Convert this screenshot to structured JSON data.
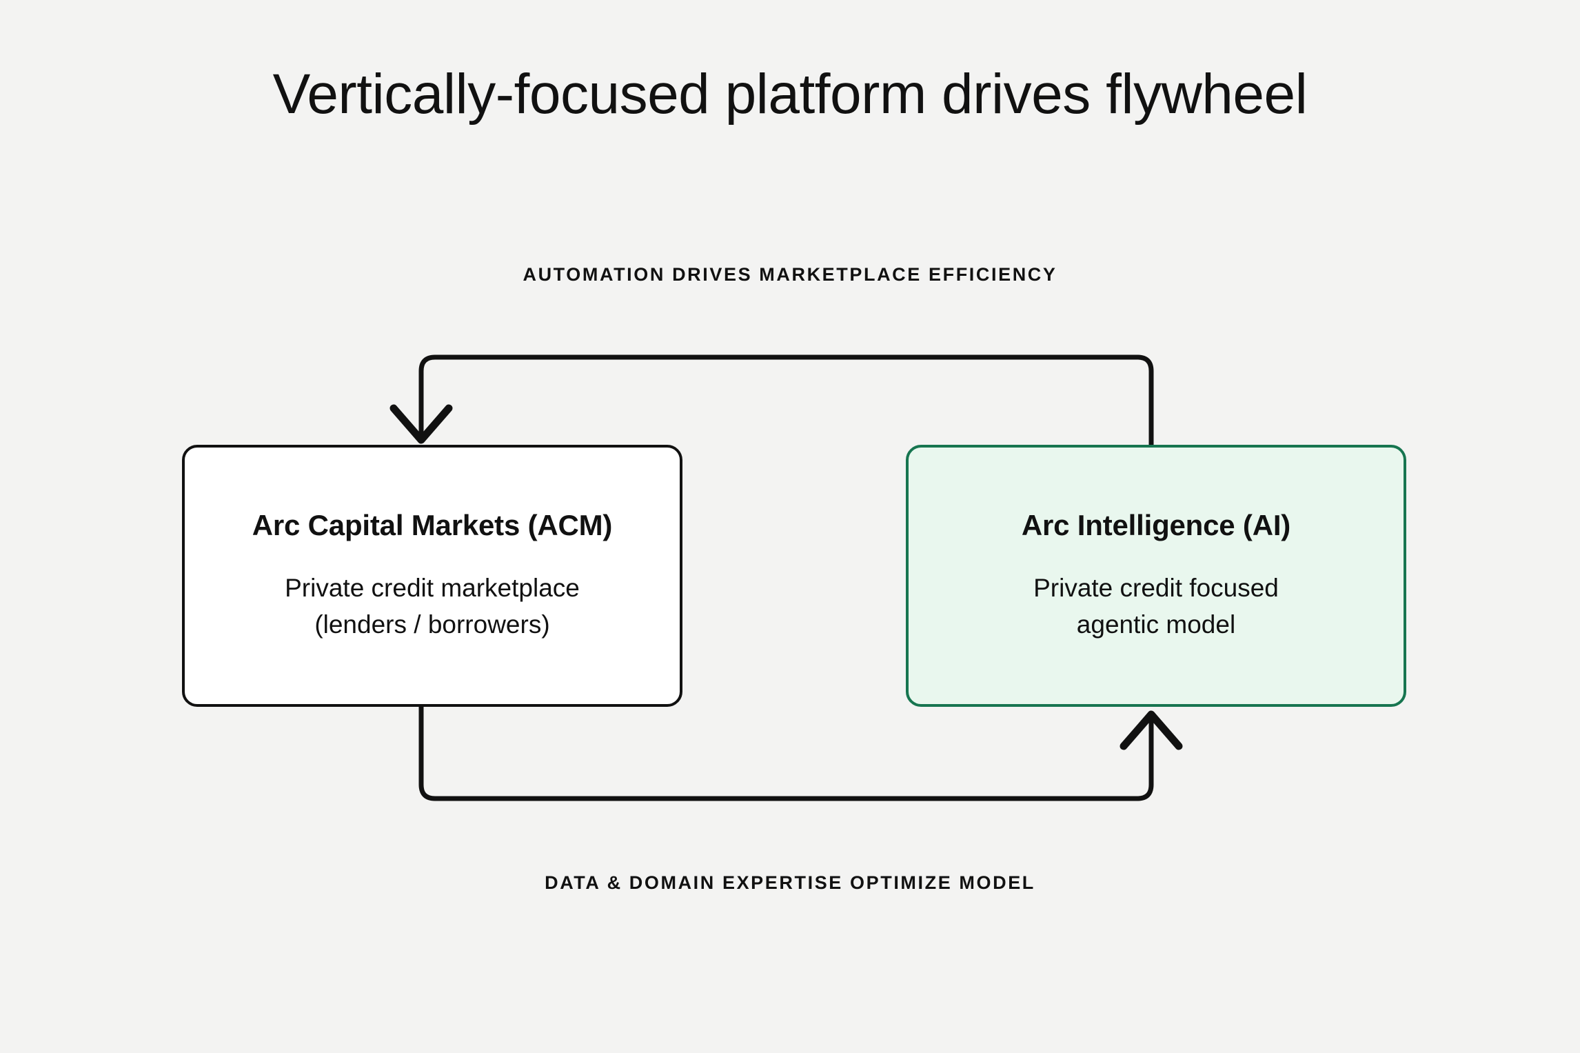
{
  "page": {
    "title": "Vertically-focused platform drives flywheel",
    "background_color": "#f3f3f2",
    "text_color": "#111111"
  },
  "diagram": {
    "type": "flywheel-loop",
    "accent_color": "#177550",
    "accent_fill": "#e9f7ee",
    "labels": {
      "top": "AUTOMATION DRIVES MARKETPLACE EFFICIENCY",
      "bottom": "DATA & DOMAIN EXPERTISE OPTIMIZE MODEL"
    },
    "nodes": [
      {
        "id": "acm",
        "title": "Arc Capital Markets (ACM)",
        "desc_line_1": "Private credit marketplace",
        "desc_line_2": "(lenders / borrowers)",
        "fill": "#ffffff",
        "border": "#111111"
      },
      {
        "id": "ai",
        "title": "Arc Intelligence (AI)",
        "desc_line_1": "Private credit focused",
        "desc_line_2": "agentic model",
        "fill": "#e9f7ee",
        "border": "#177550"
      }
    ],
    "connectors": [
      {
        "id": "ai-to-acm",
        "from": "ai",
        "to": "acm",
        "direction": "top-loop",
        "arrowhead": "down"
      },
      {
        "id": "acm-to-ai",
        "from": "acm",
        "to": "ai",
        "direction": "bottom-loop",
        "arrowhead": "up"
      }
    ]
  }
}
